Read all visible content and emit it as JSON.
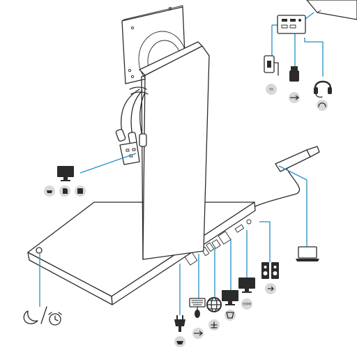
{
  "diagram": {
    "callouts": [
      {
        "id": "power-connector",
        "devices": [
          "monitor-icon"
        ],
        "badges": [
          "power-plug-icon",
          "displayport-icon",
          "mini-displayport-icon"
        ]
      },
      {
        "id": "top-usb-ports",
        "devices": [
          "smartphone-icon",
          "usb-drive-icon",
          "headset-icon"
        ],
        "badges": [
          "superspeed-usb-icon",
          "usb-icon",
          "headset-jack-icon"
        ]
      },
      {
        "id": "dock-cable",
        "devices": [
          "laptop-icon"
        ],
        "badges": []
      },
      {
        "id": "power-button",
        "devices": [
          "sleep-moon-icon",
          "alarm-clock-icon"
        ],
        "badges": []
      },
      {
        "id": "rear-ports",
        "devices": [
          "power-plug-icon",
          "keyboard-mouse-icon",
          "network-globe-icon",
          "monitor-icon",
          "monitor-icon",
          "speakers-icon"
        ],
        "badges": [
          "usb-icon",
          "ethernet-icon",
          "vga-icon",
          "hdmi-icon",
          "line-out-icon"
        ]
      }
    ],
    "port_labels": {
      "usb_ss": "SS",
      "hdmi": "HDMI"
    },
    "colors": {
      "line": "#2b2b2b",
      "callout": "#1f8fc4",
      "badge": "#d8d8d8"
    }
  }
}
